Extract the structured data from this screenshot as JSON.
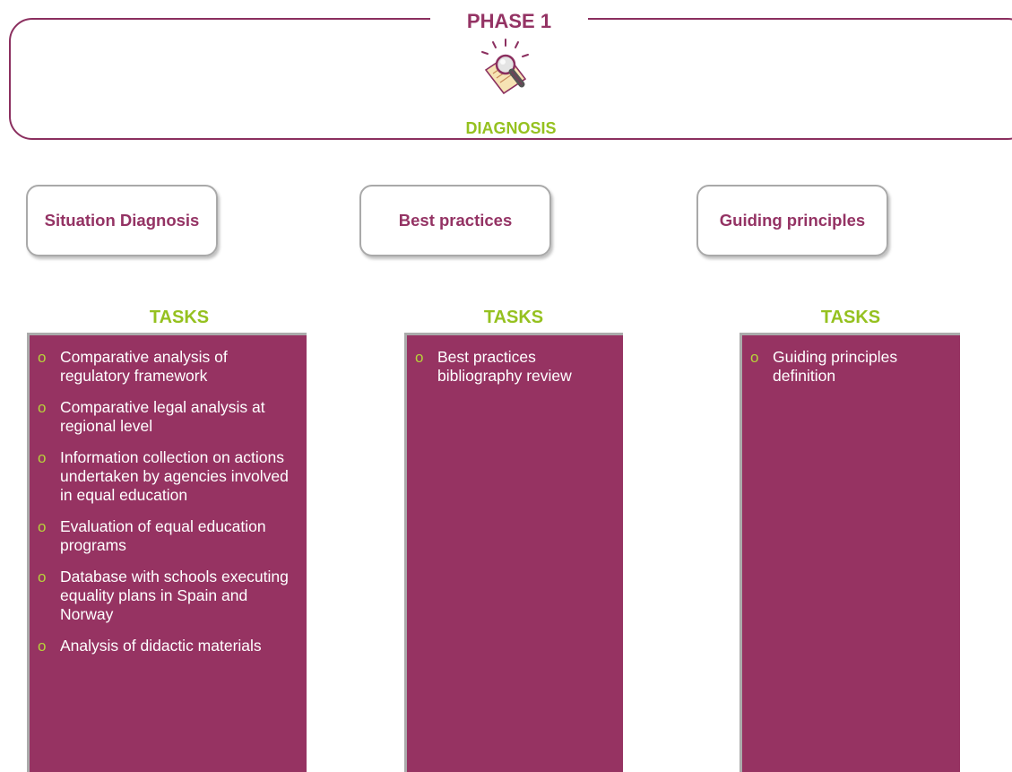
{
  "phase": {
    "title": "PHASE 1",
    "subtitle": "DIAGNOSIS",
    "icon": "magnifying-glass-document-icon"
  },
  "colors": {
    "accent": "#943364",
    "green": "#95c11f",
    "column_bg": "#963362",
    "box_border": "#a9a9a9"
  },
  "columns": [
    {
      "category": "Situation Diagnosis",
      "tasks_label": "TASKS",
      "tasks": [
        "Comparative analysis of regulatory framework",
        "Comparative legal analysis at regional level",
        "Information collection on actions undertaken by agencies involved in equal education",
        "Evaluation of equal education programs",
        "Database with schools executing equality plans in Spain and Norway",
        "Analysis of didactic materials"
      ]
    },
    {
      "category": "Best practices",
      "tasks_label": "TASKS",
      "tasks": [
        "Best practices bibliography review"
      ]
    },
    {
      "category": "Guiding principles",
      "tasks_label": "TASKS",
      "tasks": [
        "Guiding principles definition"
      ]
    }
  ],
  "bullet_glyph": "o"
}
